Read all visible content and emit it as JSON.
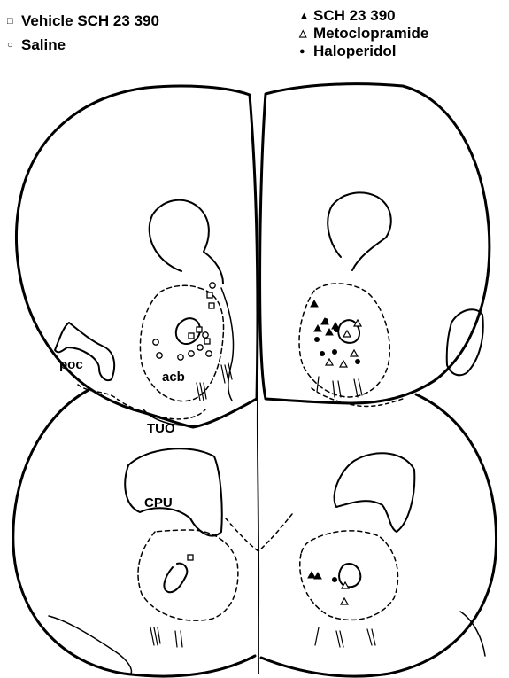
{
  "legend": {
    "left": [
      {
        "symbol": "open-square",
        "glyph": "□",
        "label": "Vehicle SCH 23 390"
      },
      {
        "symbol": "open-circle",
        "glyph": "○",
        "label": "Saline"
      }
    ],
    "right": [
      {
        "symbol": "filled-triangle",
        "glyph": "▲",
        "label": "SCH 23 390"
      },
      {
        "symbol": "open-triangle",
        "glyph": "△",
        "label": "Metoclopramide"
      },
      {
        "symbol": "filled-circle",
        "glyph": "●",
        "label": "Haloperidol"
      }
    ]
  },
  "labels": {
    "poc": "poc",
    "acb": "acb",
    "tuo": "TUO",
    "cpu": "CPU"
  }
}
